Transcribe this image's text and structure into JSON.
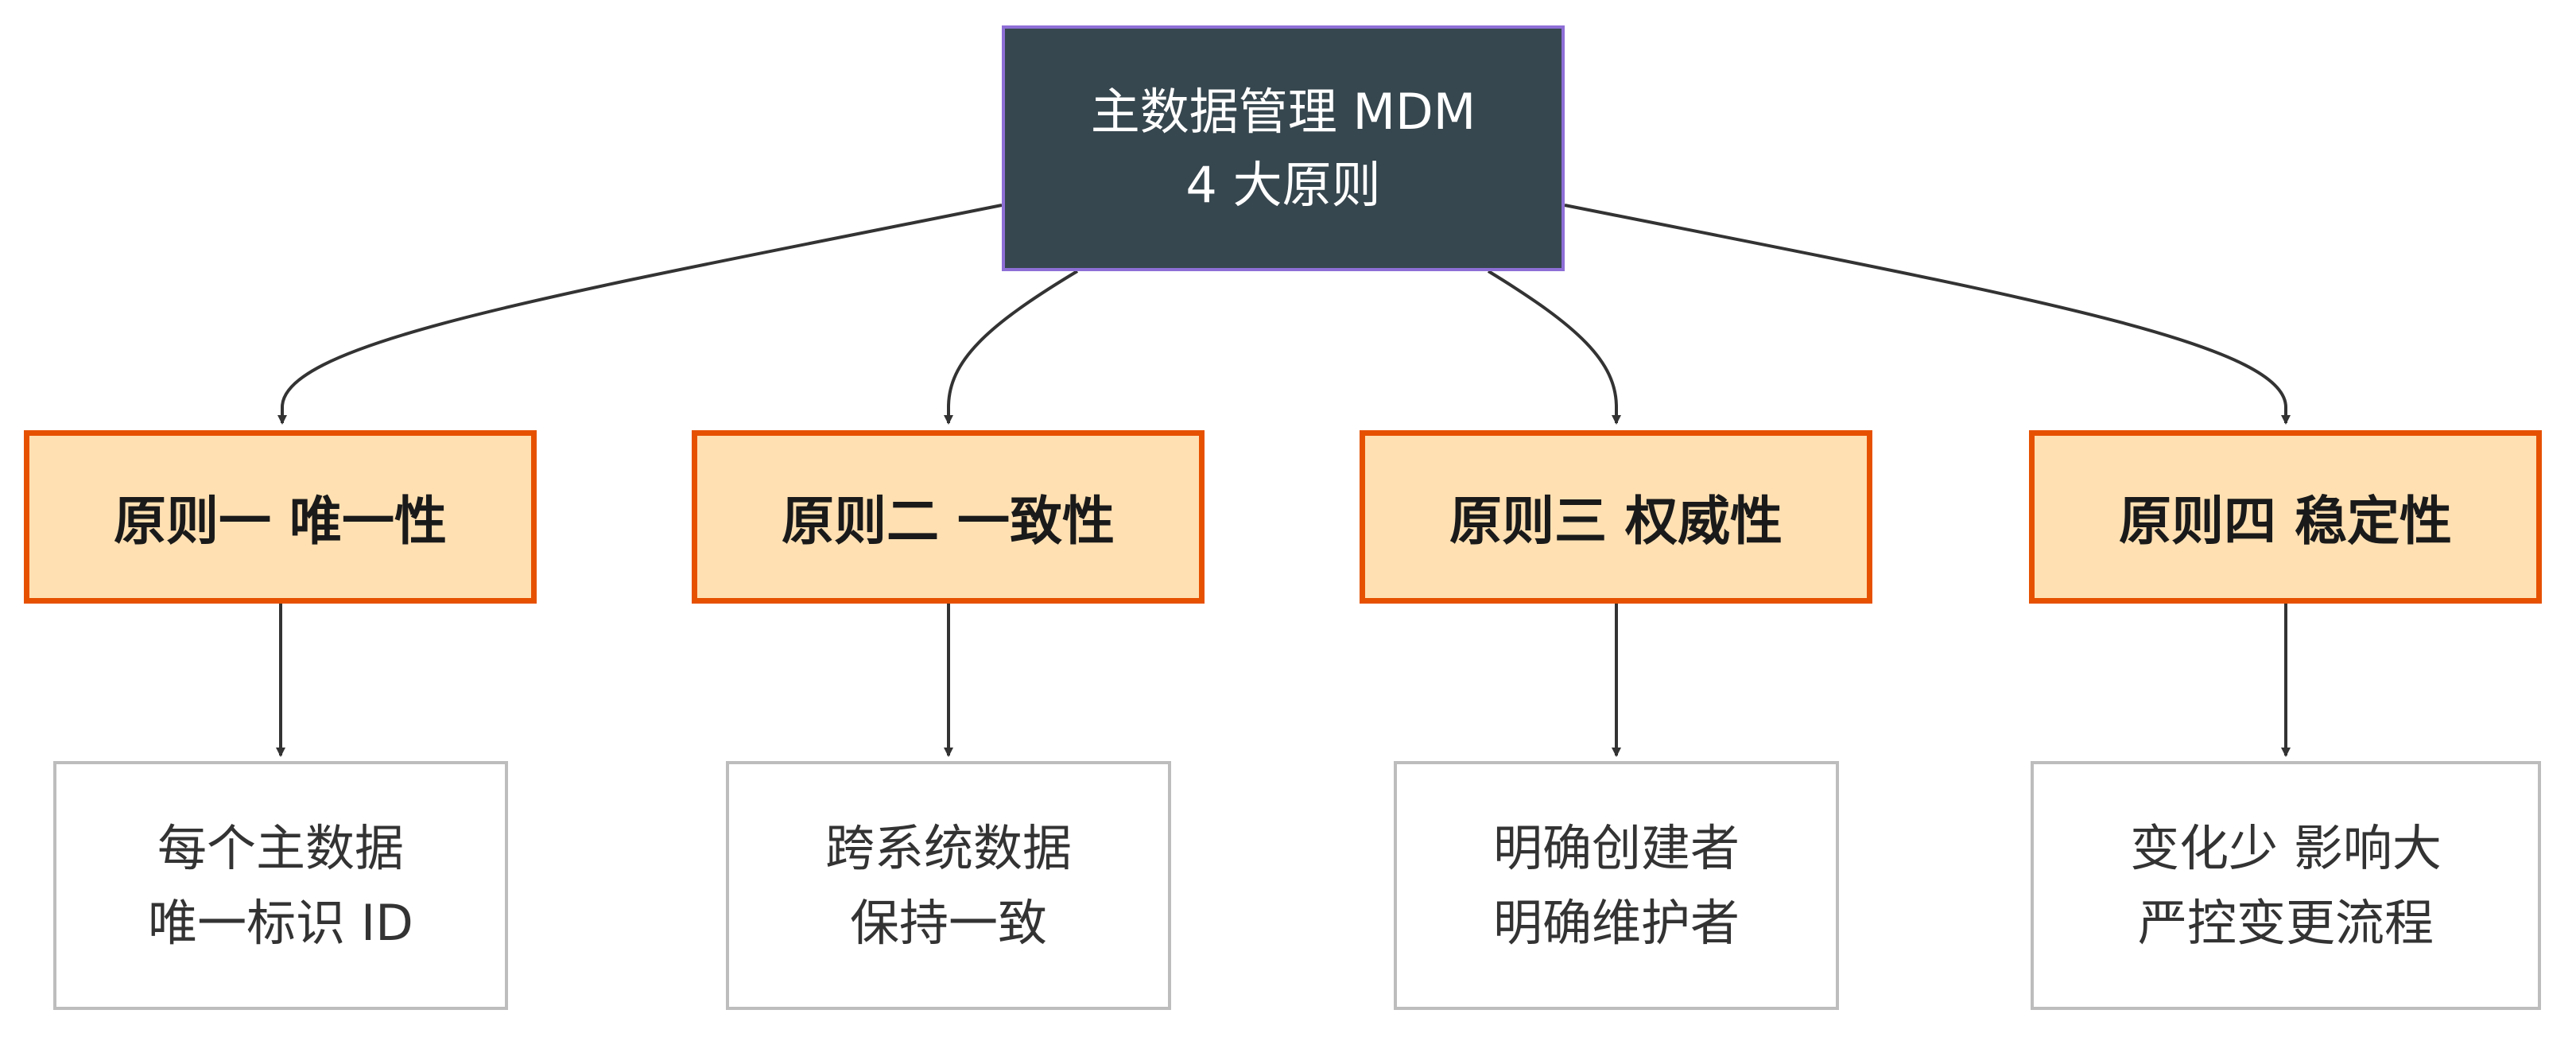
{
  "root": {
    "line1": "主数据管理 MDM",
    "line2": "4 大原则"
  },
  "principles": [
    {
      "label": "原则一 唯一性",
      "detail": [
        "每个主数据",
        "唯一标识 ID"
      ]
    },
    {
      "label": "原则二 一致性",
      "detail": [
        "跨系统数据",
        "保持一致"
      ]
    },
    {
      "label": "原则三 权威性",
      "detail": [
        "明确创建者",
        "明确维护者"
      ]
    },
    {
      "label": "原则四 稳定性",
      "detail": [
        "变化少 影响大",
        "严控变更流程"
      ]
    }
  ],
  "colors": {
    "root_fill": "#37474f",
    "root_border": "#8e6fd6",
    "principle_fill": "#ffe0b2",
    "principle_border": "#e65100",
    "detail_border": "#bdbdbd",
    "edge": "#333333"
  }
}
